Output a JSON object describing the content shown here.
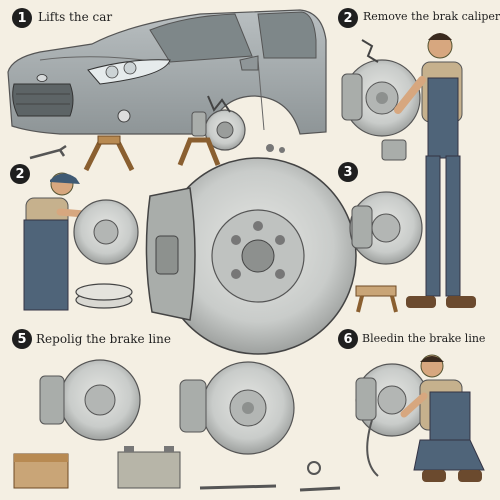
{
  "steps": [
    {
      "number": "1",
      "label": "Lifts the car"
    },
    {
      "number": "2",
      "label": "Remove the brak caliper"
    },
    {
      "number": "2",
      "label": ""
    },
    {
      "number": "3",
      "label": ""
    },
    {
      "number": "5",
      "label": "Repolig the brake line"
    },
    {
      "number": "6",
      "label": "Bleedin the brake line"
    }
  ],
  "colors": {
    "background": "#f4efe3",
    "car_body": "#9fa6a8",
    "rotor": "#c9ccca",
    "caliper": "#a9adaa",
    "overalls": "#4f6479",
    "shirt": "#c6b18d",
    "jack_stand": "#b88a52",
    "badge": "#1f1f1f"
  }
}
